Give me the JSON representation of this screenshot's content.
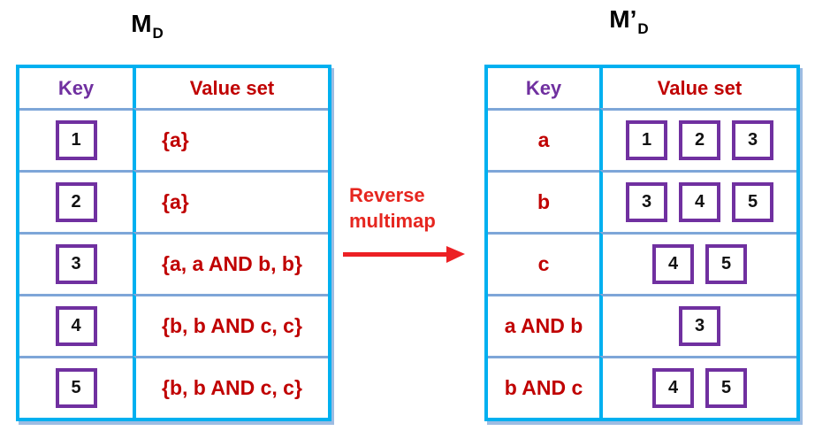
{
  "diagram": {
    "left_table": {
      "title": {
        "base": "M",
        "sub": "D"
      },
      "header": {
        "key": "Key",
        "value": "Value set"
      },
      "rows": [
        {
          "key": "1",
          "value_set": "{a}"
        },
        {
          "key": "2",
          "value_set": "{a}"
        },
        {
          "key": "3",
          "value_set": "{a, a AND b, b}"
        },
        {
          "key": "4",
          "value_set": "{b, b AND c, c}"
        },
        {
          "key": "5",
          "value_set": "{b, b AND c, c}"
        }
      ]
    },
    "transform": {
      "label_line1": "Reverse",
      "label_line2": "multimap"
    },
    "right_table": {
      "title": {
        "base": "M’",
        "sub": "D"
      },
      "header": {
        "key": "Key",
        "value": "Value set"
      },
      "rows": [
        {
          "key": "a",
          "values": [
            "1",
            "2",
            "3"
          ]
        },
        {
          "key": "b",
          "values": [
            "3",
            "4",
            "5"
          ]
        },
        {
          "key": "c",
          "values": [
            "4",
            "5"
          ]
        },
        {
          "key": "a AND b",
          "values": [
            "3"
          ]
        },
        {
          "key": "b AND c",
          "values": [
            "4",
            "5"
          ]
        }
      ]
    },
    "colors": {
      "table_border": "#00B0F0",
      "row_separator": "#7EA6D8",
      "key_header_text": "#7030A0",
      "value_text": "#C00000",
      "key_box_border": "#7030A0",
      "key_box_number": "#111111",
      "arrow_red": "#EC2024",
      "title_text": "#000000"
    }
  }
}
